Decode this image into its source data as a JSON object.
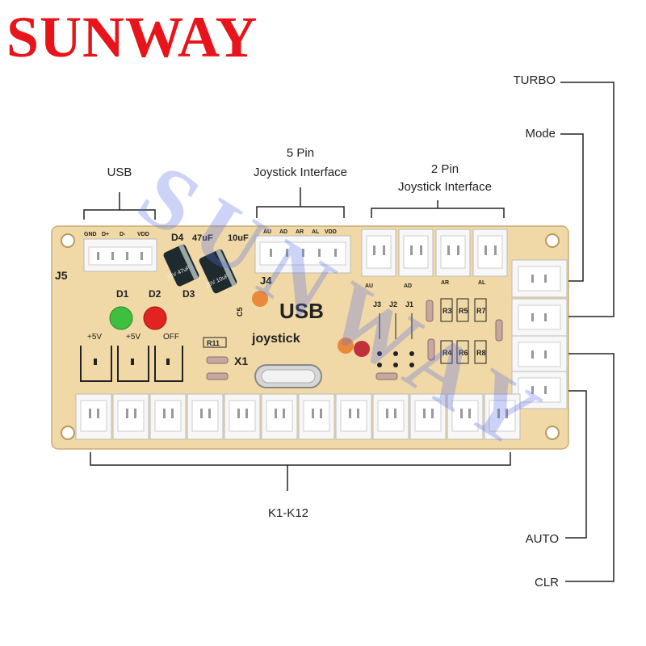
{
  "brand": {
    "text": "SUNWAY",
    "color": "#e8141b"
  },
  "watermark": "SUNWAY",
  "callouts": {
    "usb": "USB",
    "five_pin_line1": "5 Pin",
    "five_pin_line2": "Joystick Interface",
    "two_pin_line1": "2 Pin",
    "two_pin_line2": "Joystick Interface",
    "turbo": "TURBO",
    "mode": "Mode",
    "auto": "AUTO",
    "clr": "CLR",
    "k1_k12": "K1-K12"
  },
  "board": {
    "color": "#f0d9a6",
    "j5_pins": [
      "GND",
      "D+",
      "D-",
      "VDD"
    ],
    "j5_label": "J5",
    "j4_pins": [
      "AU",
      "AD",
      "AR",
      "AL",
      "VDD"
    ],
    "j4_label": "J4",
    "side_pins": [
      "AU",
      "AD",
      "AR",
      "AL"
    ],
    "jumpers": [
      "J3",
      "J2",
      "J1"
    ],
    "leds": [
      "D1",
      "D2",
      "D3",
      "D4"
    ],
    "cap_47": "47uF",
    "cap_10": "10uF",
    "cap_c5": "C5",
    "power_labels": [
      "+5V",
      "+5V",
      "OFF"
    ],
    "resistors": [
      "R11",
      "R3",
      "R5",
      "R7",
      "R4",
      "R6",
      "R8"
    ],
    "crystal": "X1",
    "chip_line1": "USB",
    "chip_line2": "joystick",
    "cap_marking_1": "25V 10uF",
    "cap_marking_2": "16V 47uF"
  }
}
